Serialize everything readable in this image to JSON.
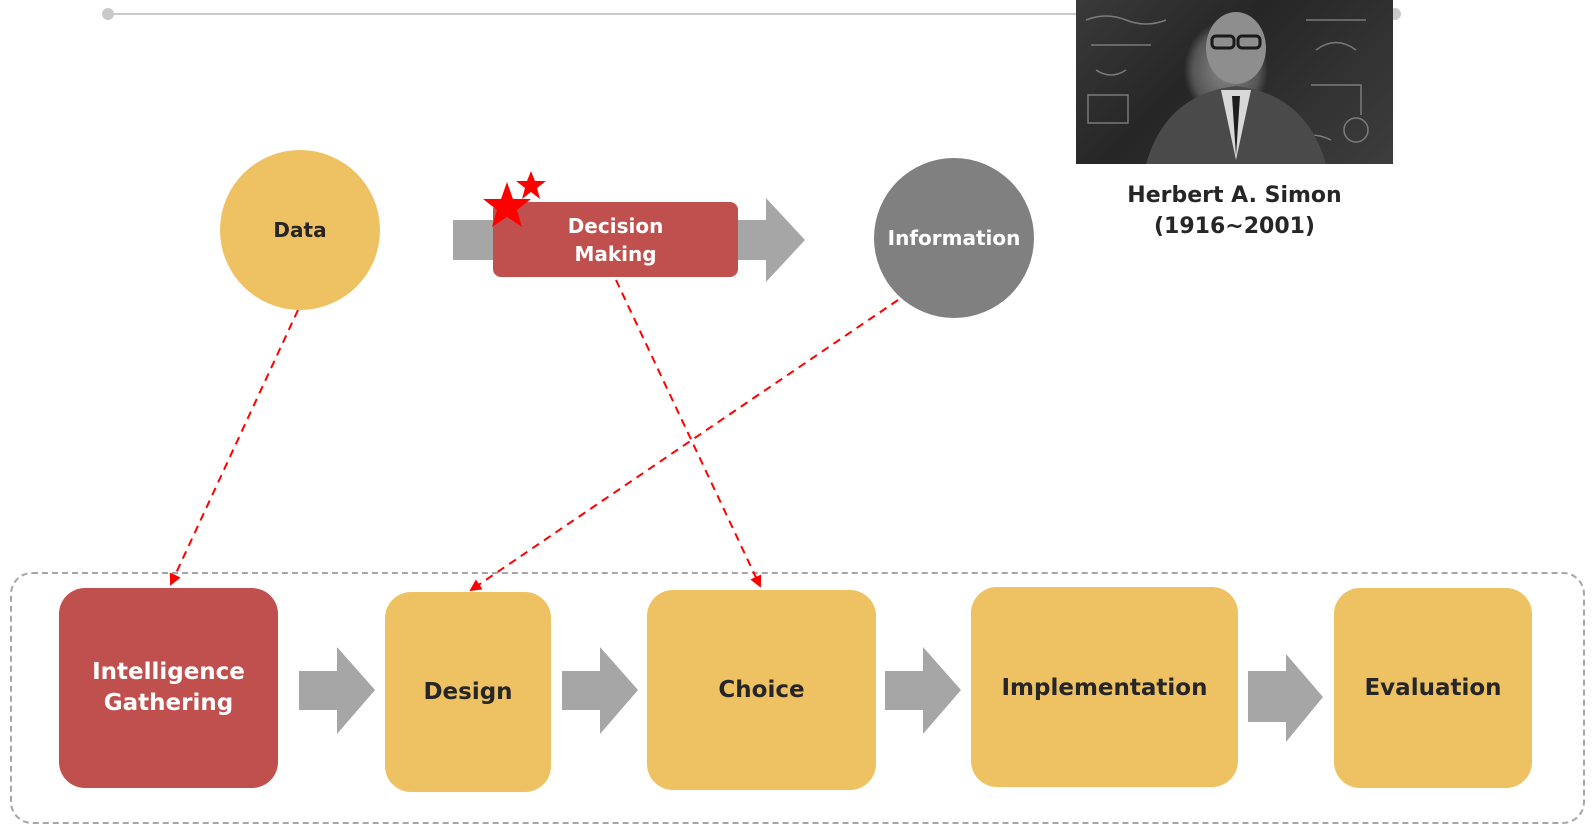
{
  "top_nodes": {
    "data": "Data",
    "decision_making_line1": "Decision",
    "decision_making_line2": "Making",
    "information": "Information"
  },
  "portrait": {
    "name": "Herbert A. Simon",
    "years": "(1916~2001)"
  },
  "stages": [
    {
      "line1": "Intelligence",
      "line2": "Gathering"
    },
    {
      "label": "Design"
    },
    {
      "label": "Choice"
    },
    {
      "label": "Implementation"
    },
    {
      "label": "Evaluation"
    }
  ],
  "colors": {
    "red": "#c0504d",
    "gold": "#eec163",
    "gray": "#808080",
    "arrow_gray": "#a6a6a6",
    "dashed_link": "#ff0000"
  }
}
